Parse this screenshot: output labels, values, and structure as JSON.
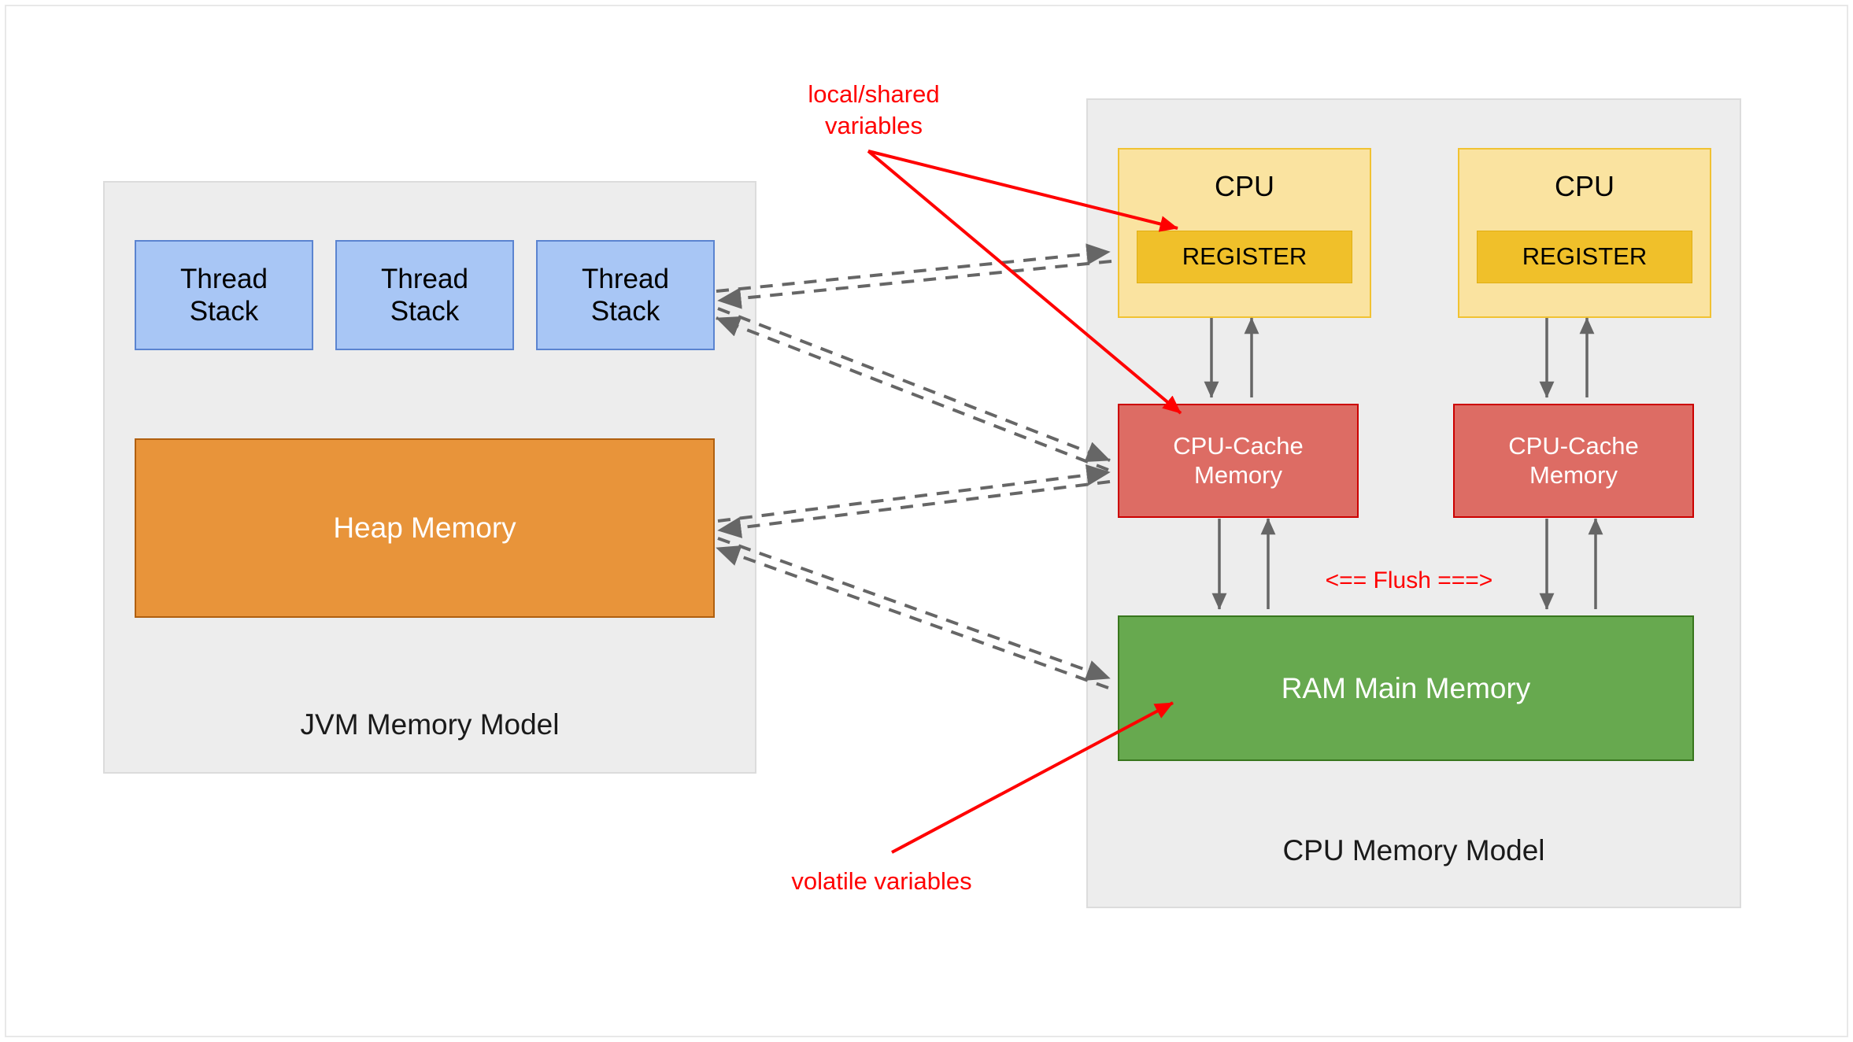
{
  "diagram": {
    "title_left": "JVM Memory Model",
    "title_right": "CPU Memory Model"
  },
  "jvm_panel": {
    "caption": "JVM Memory Model",
    "thread_stacks": [
      {
        "label": "Thread\nStack"
      },
      {
        "label": "Thread\nStack"
      },
      {
        "label": "Thread\nStack"
      }
    ],
    "heap": {
      "label": "Heap Memory"
    }
  },
  "cpu_panel": {
    "caption": "CPU Memory Model",
    "cpus": [
      {
        "label": "CPU",
        "register_label": "REGISTER",
        "cache_label": "CPU-Cache\nMemory"
      },
      {
        "label": "CPU",
        "register_label": "REGISTER",
        "cache_label": "CPU-Cache\nMemory"
      }
    ],
    "ram": {
      "label": "RAM Main Memory"
    },
    "flush_label": "<== Flush ===>"
  },
  "annotations": {
    "local_shared": "local/shared\nvariables",
    "volatile": "volatile variables"
  },
  "colors": {
    "panel_bg": "#ededed",
    "panel_border": "#dcdcdc",
    "thread_stack_fill": "#a8c6f5",
    "thread_stack_border": "#5b84d0",
    "heap_fill": "#e8943a",
    "heap_border": "#b06010",
    "cpu_fill": "#fae3a0",
    "cpu_border": "#f1c232",
    "register_fill": "#f0c02a",
    "cache_fill": "#dd6c64",
    "cache_border": "#cc0000",
    "ram_fill": "#67a94f",
    "ram_border": "#38761d",
    "annotation_red": "#ff0000",
    "connector_gray": "#666666"
  }
}
